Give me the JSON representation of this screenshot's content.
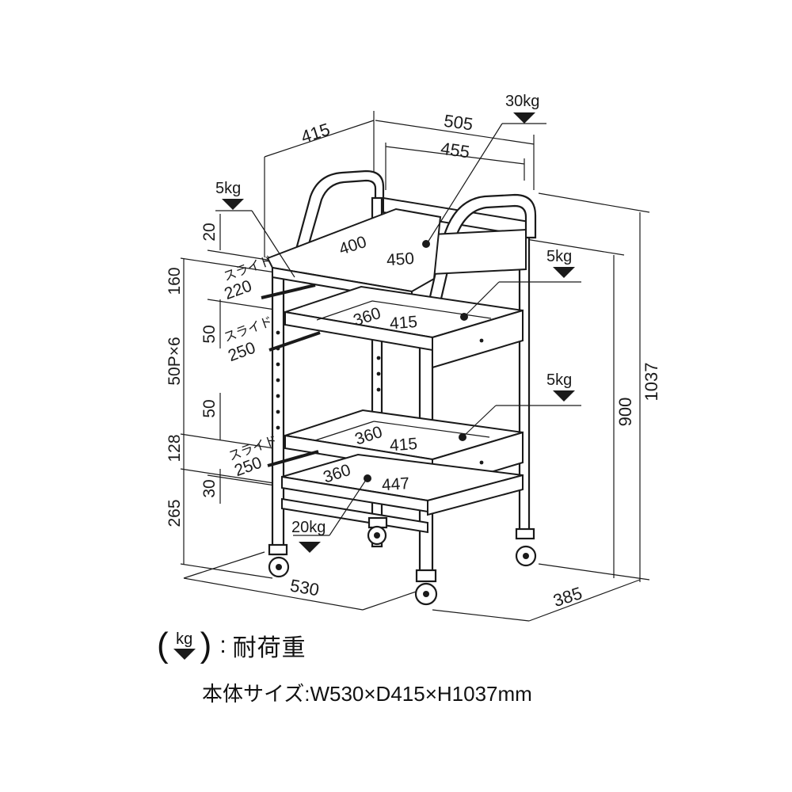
{
  "dimensions": {
    "depth_top": "415",
    "width_outer": "505",
    "width_inner": "455",
    "height_total": "1037",
    "height_top": "900",
    "base_width": "530",
    "base_depth": "385"
  },
  "left_heights": {
    "h160": "160",
    "pitch": "50P×6",
    "h128": "128",
    "h265": "265",
    "h20": "20",
    "h50a": "50",
    "h50b": "50",
    "h30": "30"
  },
  "slides": {
    "label": "スライド",
    "top_travel": "220",
    "mid_travel": "250",
    "low_travel": "250"
  },
  "shelves": {
    "pullout_depth": "400",
    "pullout_width": "450",
    "upper_depth": "360",
    "upper_width": "415",
    "middle_depth": "360",
    "middle_width": "415",
    "bottom_depth": "360",
    "bottom_width": "447"
  },
  "loads": {
    "top": "30kg",
    "pullout": "5kg",
    "upper": "5kg",
    "middle": "5kg",
    "bottom": "20kg"
  },
  "legend": {
    "unit": "kg",
    "open_paren": "(",
    "close_paren": ")",
    "colon": ":",
    "label": "耐荷重"
  },
  "spec": "本体サイズ:W530×D415×H1037mm"
}
